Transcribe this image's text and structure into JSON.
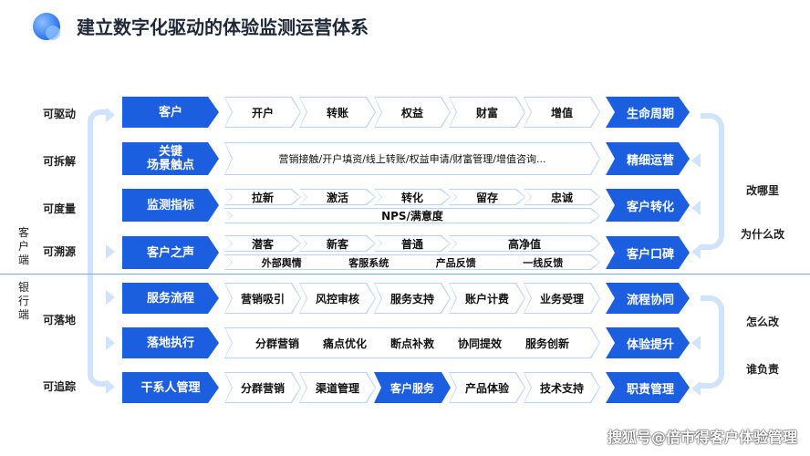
{
  "title": "建立数字化驱动的体验监测运营体系",
  "side_labels": {
    "customer": "客户端",
    "bank": "银行端"
  },
  "row_labels": [
    "可驱动",
    "可拆解",
    "可度量",
    "可溯源",
    "可落地",
    "可追踪"
  ],
  "rows": {
    "r1": {
      "left": "客户",
      "steps": [
        "开户",
        "转账",
        "权益",
        "财富",
        "增值"
      ],
      "right": "生命周期"
    },
    "r2": {
      "left": "关键\n场景触点",
      "text": "营销接触/开户填资/线上转账/权益申请/财富管理/增值咨询...",
      "right": "精细运营"
    },
    "r3": {
      "left": "监测指标",
      "steps": [
        "拉新",
        "激活",
        "转化",
        "留存",
        "忠诚"
      ],
      "sub": "NPS/满意度",
      "right": "客户转化"
    },
    "r4": {
      "left": "客户之声",
      "steps": [
        "潜客",
        "新客",
        "普通",
        "高净值"
      ],
      "sub": [
        "外部舆情",
        "客服系统",
        "产品反馈",
        "一线反馈"
      ],
      "right": "客户口碑"
    },
    "r5": {
      "left": "服务流程",
      "steps": [
        "营销吸引",
        "风控审核",
        "服务支持",
        "账户计费",
        "业务受理"
      ],
      "right": "流程协同"
    },
    "r6": {
      "left": "落地执行",
      "steps": [
        "分群营销",
        "痛点优化",
        "断点补救",
        "协同提效",
        "服务创新"
      ],
      "right": "体验提升"
    },
    "r7": {
      "left": "干系人管理",
      "steps": [
        "分群营销",
        "渠道管理",
        "客户服务",
        "产品体验",
        "技术支持"
      ],
      "selected": "客户服务",
      "right": "职责管理"
    }
  },
  "right_notes": [
    "改哪里",
    "为什么改",
    "怎么改",
    "谁负责"
  ],
  "watermark": "搜狐号@倍市得客户体验管理",
  "colors": {
    "primary": "#1b5fe0",
    "light": "#cfe3fb",
    "outline": "#b9d2f5"
  }
}
